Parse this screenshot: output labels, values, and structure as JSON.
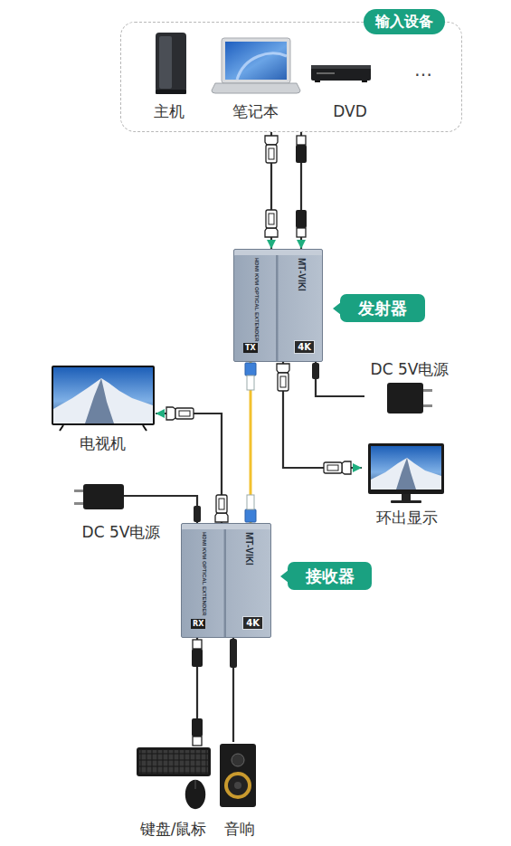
{
  "diagram": {
    "nodes": [
      {
        "text": [
          "输入设备"
        ]
      },
      {
        "text": [
          "主机"
        ],
        "in": 0
      },
      {
        "text": [
          "笔记本"
        ],
        "in": 0
      },
      {
        "text": [
          "DVD"
        ],
        "in": 0
      },
      {
        "text": [
          "HDMI KVM OPTICAL EXTENDER",
          "MT-VIKI",
          "TX",
          "4K"
        ]
      },
      {
        "text": [
          "发射器"
        ]
      },
      {
        "text": [
          "DC 5V电源"
        ]
      },
      {
        "text": [
          "环出显示"
        ]
      },
      {
        "text": [
          "电视机"
        ]
      },
      {
        "text": [
          "DC 5V电源"
        ]
      },
      {
        "text": [
          "HDMI KVM OPTICAL EXTENDER",
          "MT-VIKI",
          "RX",
          "4K"
        ]
      },
      {
        "text": [
          "接收器"
        ]
      },
      {
        "text": [
          "键盘/鼠标"
        ]
      },
      {
        "text": [
          "音响"
        ]
      }
    ],
    "edges": [
      {
        "from": 0,
        "to": 4,
        "arrow": "to"
      },
      {
        "from": 0,
        "to": 4,
        "arrow": "to"
      },
      {
        "from": 4,
        "to": 7,
        "arrow": "to"
      },
      {
        "from": 6,
        "to": 4,
        "arrow": "none"
      },
      {
        "from": 4,
        "to": 10,
        "arrow": "none"
      },
      {
        "from": 10,
        "to": 8,
        "arrow": "to"
      },
      {
        "from": 9,
        "to": 10,
        "arrow": "none"
      },
      {
        "from": 10,
        "to": 12,
        "arrow": "none"
      },
      {
        "from": 10,
        "to": 13,
        "arrow": "none"
      }
    ],
    "labels": [
      "…"
    ]
  }
}
